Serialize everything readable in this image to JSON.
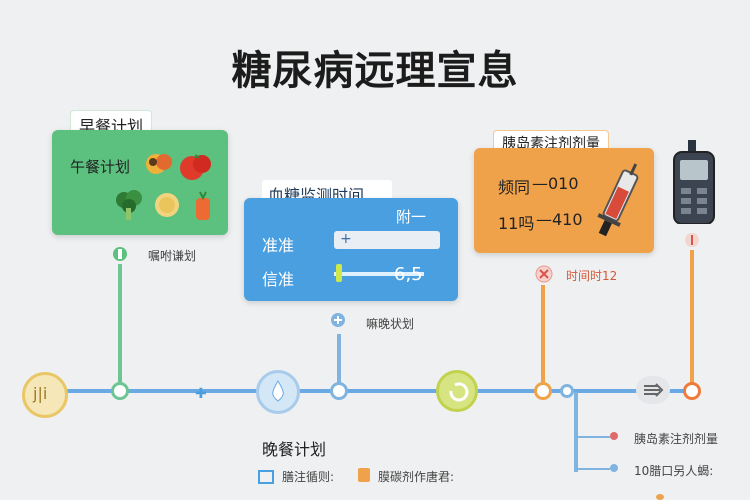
{
  "title": "糖尿病远理宣息",
  "breakfast": {
    "tag": "早餐计划",
    "card_label": "午餐计划",
    "caption": "嘱咐谦划",
    "icons": [
      "fruit-icon",
      "tomato-icon",
      "broccoli-icon",
      "cracker-icon",
      "carrot-icon"
    ]
  },
  "glucose": {
    "header": "血糖监测时间",
    "header_right": "附一",
    "row1_label": "准准",
    "row1_value": "+",
    "row2_label": "信准",
    "row2_value": "6,5",
    "caption": "嘛晚状划"
  },
  "insulin": {
    "tag": "胰岛素注剂剂量",
    "row1_label": "频同",
    "row1_value": "—010",
    "row2_label": "11吗",
    "row2_value": "—410",
    "caption": "时间时12"
  },
  "dinner": {
    "title": "晚餐计划",
    "row1_a": "膳注循则:",
    "row1_b": "膜碳剂作唐君:"
  },
  "timeline_labels": {
    "left": "j|i",
    "right1": "胰岛素注剂剂量",
    "right2": "10腊口另人蝎:"
  },
  "colors": {
    "green": "#5cc07f",
    "blue": "#4a9fe0",
    "orange": "#f0a24a",
    "timeline": "#6aa9e4"
  }
}
